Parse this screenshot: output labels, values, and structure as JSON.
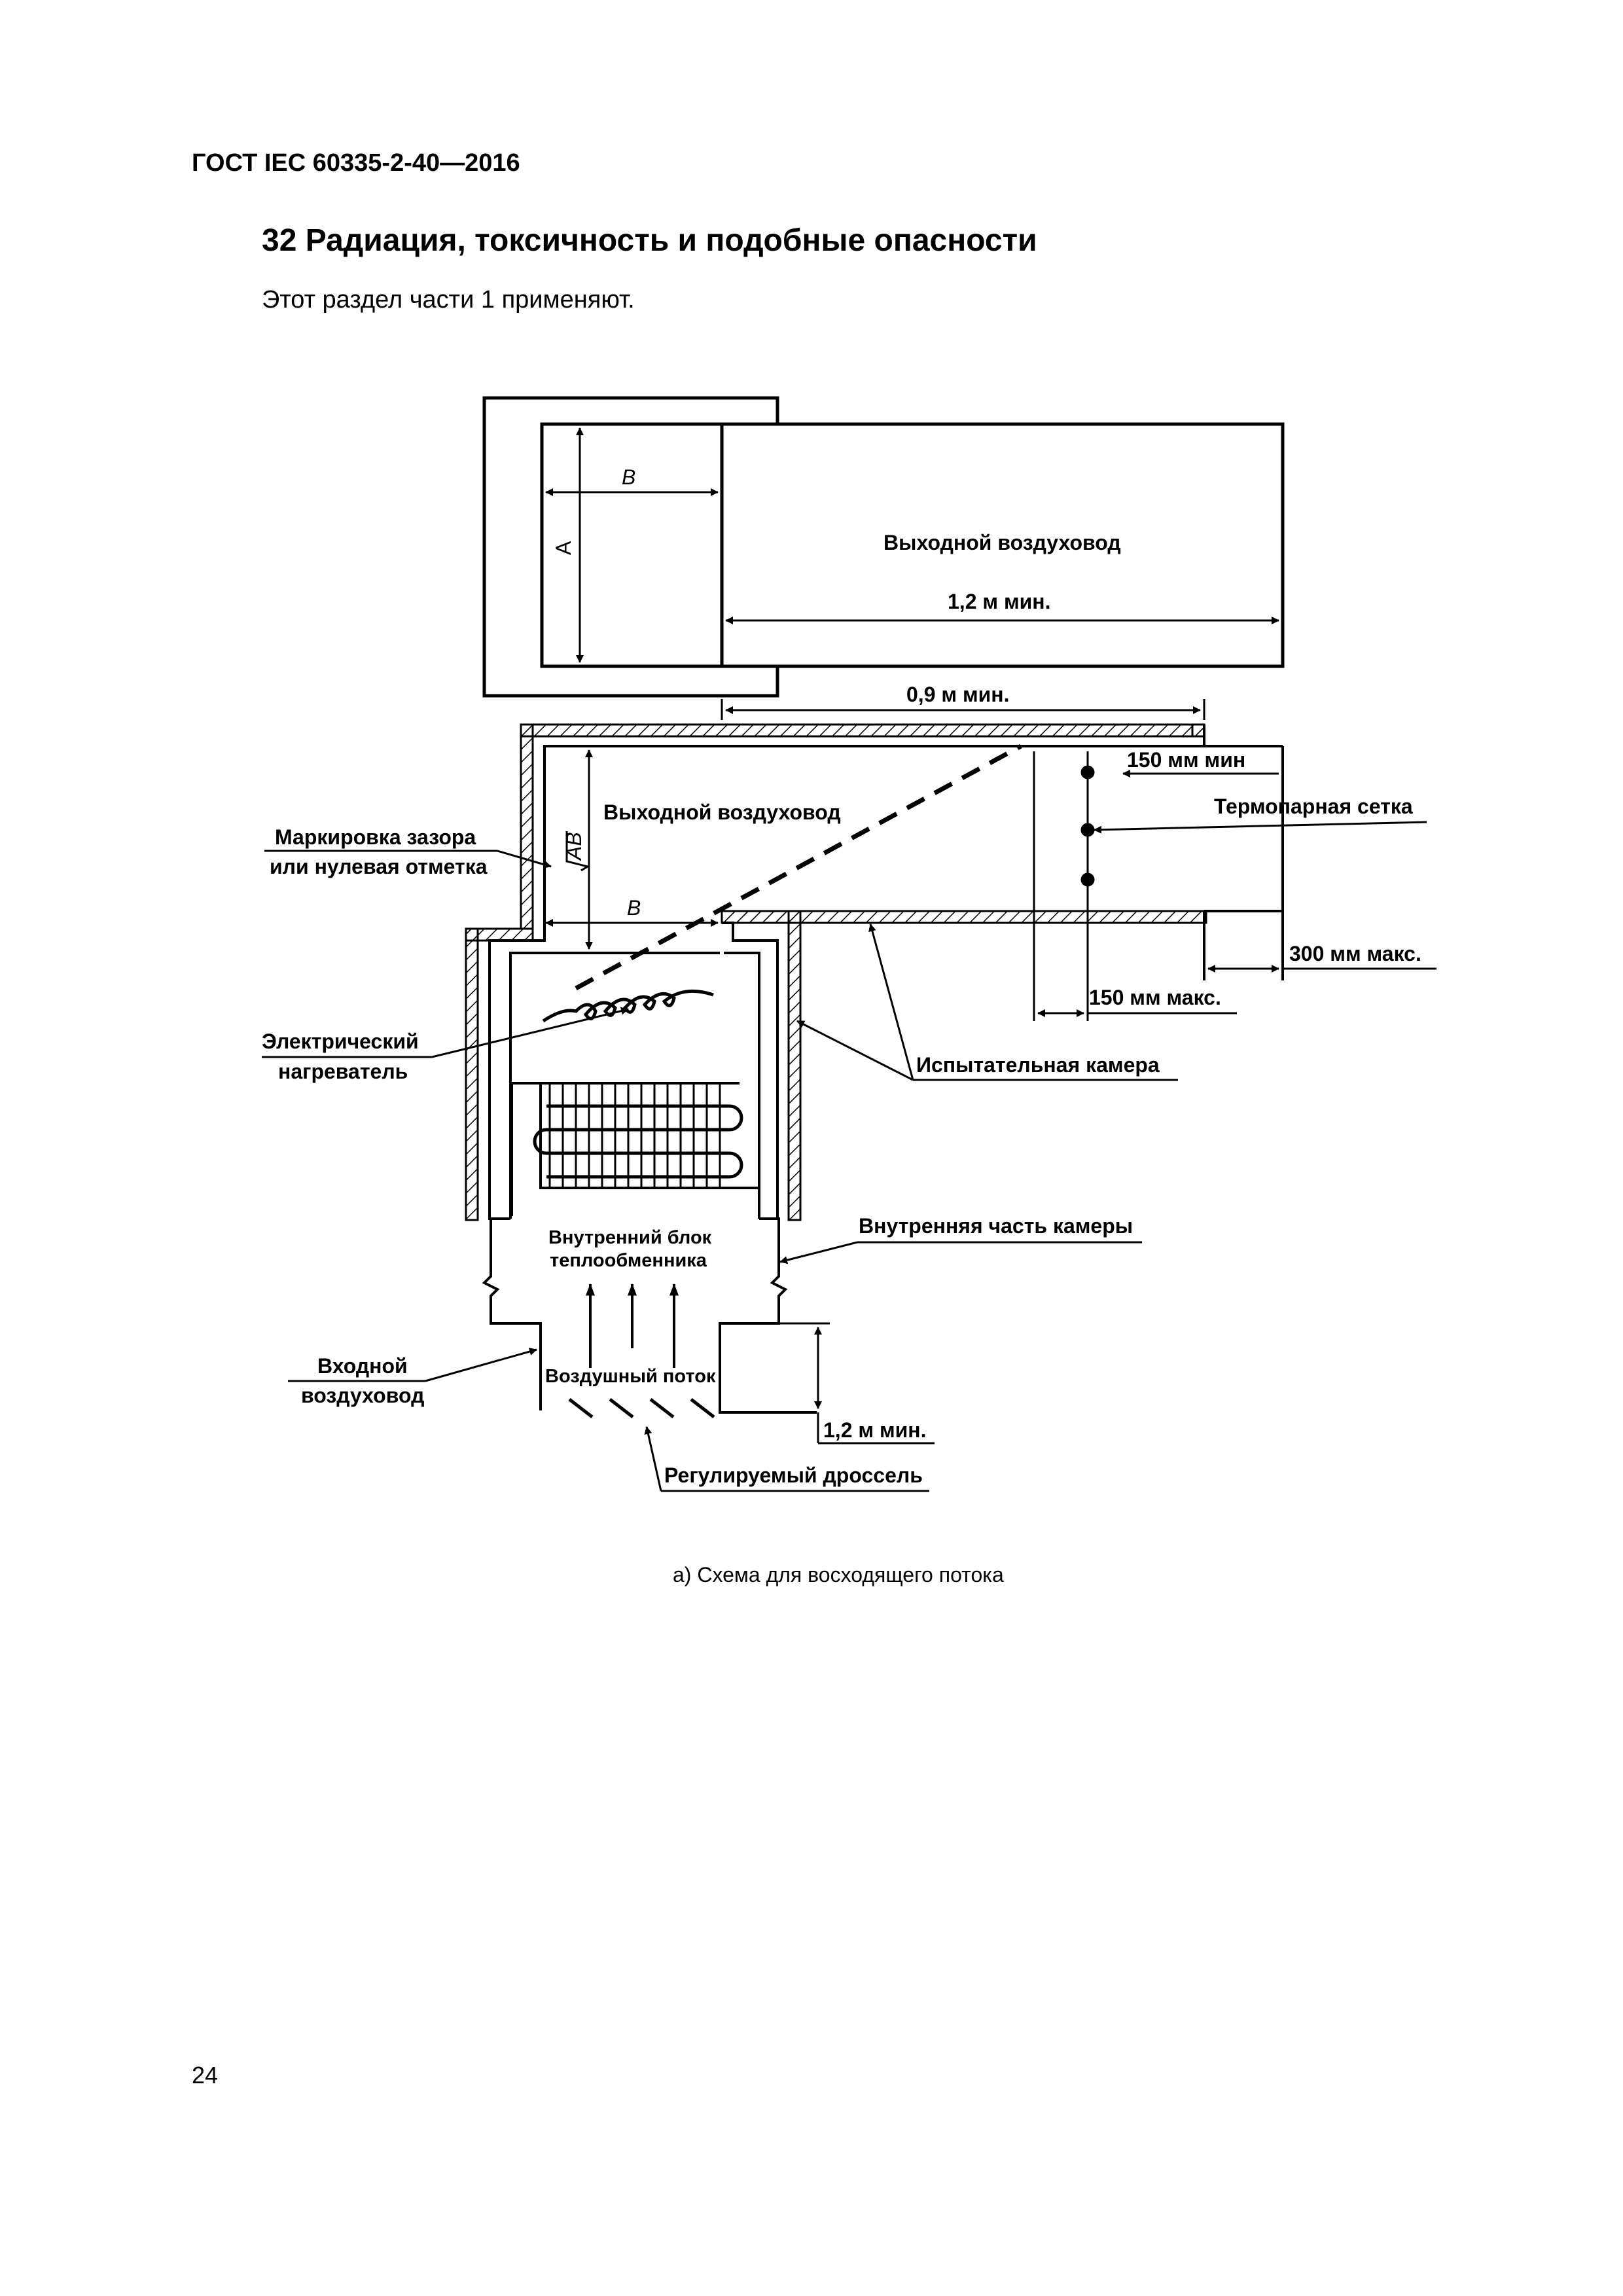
{
  "header": {
    "doc_id": "ГОСТ IEC 60335-2-40—2016"
  },
  "section": {
    "title": "32 Радиация, токсичность и подобные опасности",
    "text": "Этот раздел части 1 применяют."
  },
  "figure": {
    "dim_b_top": "B",
    "dim_a": "A",
    "outlet_duct_top": "Выходной воздуховод",
    "dim_1_2_top": "1,2 м мин.",
    "dim_0_9": "0,9 м мин.",
    "dim_150_min": "150 мм мин",
    "thermocouple_grid": "Термопарная сетка",
    "outlet_duct_mid": "Выходной воздуховод",
    "sqrt_ab": "AB",
    "gap_marking_line1": "Маркировка зазора",
    "gap_marking_line2": "или нулевая отметка",
    "dim_b_mid": "B",
    "dim_300_max": "300 мм макс.",
    "dim_150_max": "150 мм макс.",
    "heater_line1": "Электрический",
    "heater_line2": "нагреватель",
    "test_chamber": "Испытательная камера",
    "chamber_inner": "Внутренняя часть камеры",
    "indoor_unit_line1": "Внутренний блок",
    "indoor_unit_line2": "теплообменника",
    "inlet_duct_line1": "Входной",
    "inlet_duct_line2": "воздуховод",
    "airflow": "Воздушный поток",
    "dim_1_2_bottom": "1,2 м мин.",
    "damper": "Регулируемый дроссель"
  },
  "caption": "а) Схема для восходящего потока",
  "page_number": "24"
}
